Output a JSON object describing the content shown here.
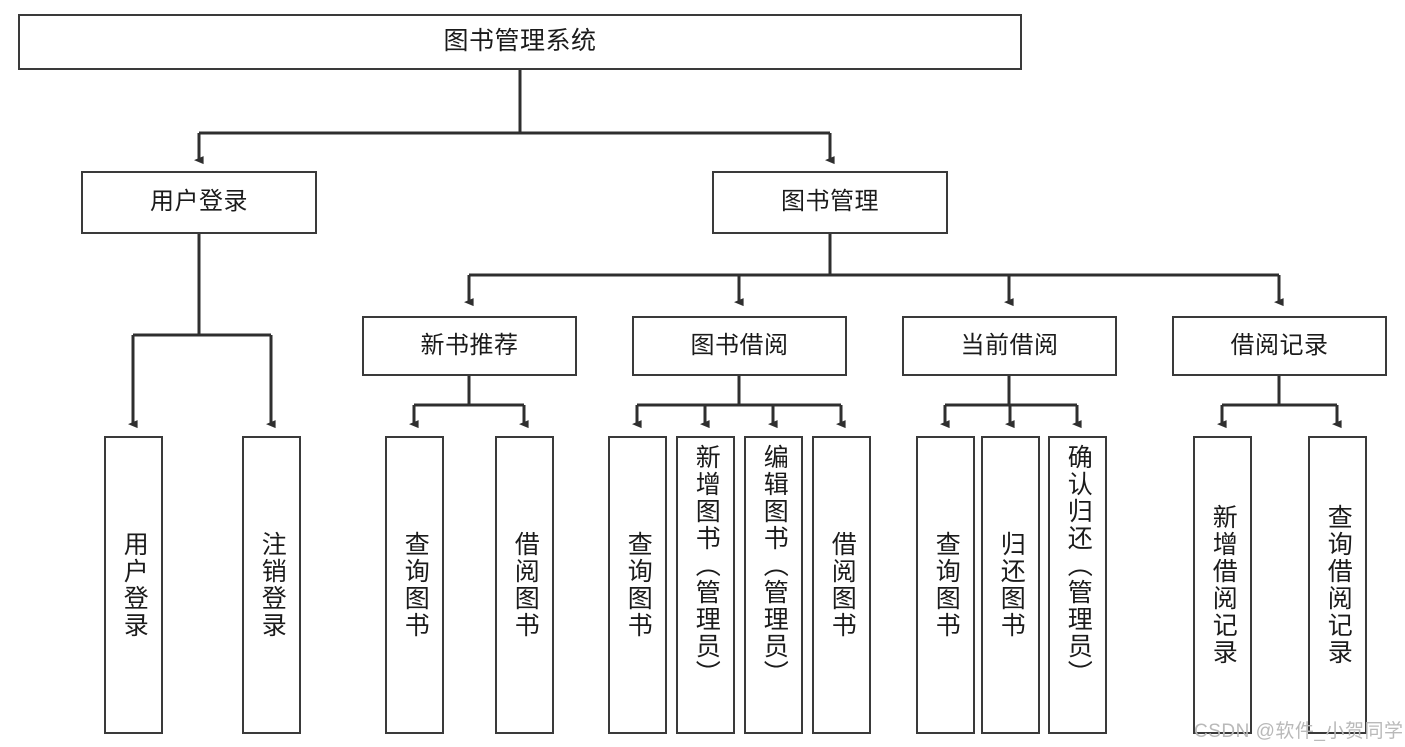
{
  "diagram": {
    "title": "图书管理系统",
    "type": "hierarchy-tree",
    "colors": {
      "box_border": "#3a3a3a",
      "box_fill": "#ffffff",
      "edge": "#2f2f2f",
      "text": "#1b1b1b",
      "watermark": "#b9b9b9"
    },
    "nodes": {
      "root": {
        "label": "图书管理系统"
      },
      "level2": [
        {
          "id": "user-login",
          "label": "用户登录"
        },
        {
          "id": "book-manage",
          "label": "图书管理"
        }
      ],
      "level3": [
        {
          "id": "new-book-recommend",
          "label": "新书推荐"
        },
        {
          "id": "book-borrow",
          "label": "图书借阅"
        },
        {
          "id": "current-borrow",
          "label": "当前借阅"
        },
        {
          "id": "borrow-record",
          "label": "借阅记录"
        }
      ],
      "leaves": {
        "user_login": [
          {
            "id": "leaf-user-login",
            "label": "用户登录"
          },
          {
            "id": "leaf-logout-login",
            "label": "注销登录"
          }
        ],
        "new_book_recommend": [
          {
            "id": "leaf-query-book-1",
            "label": "查询图书"
          },
          {
            "id": "leaf-borrow-book-1",
            "label": "借阅图书"
          }
        ],
        "book_borrow": [
          {
            "id": "leaf-query-book-2",
            "label": "查询图书"
          },
          {
            "id": "leaf-add-book",
            "label": "新增图书（管理员）"
          },
          {
            "id": "leaf-edit-book",
            "label": "编辑图书（管理员）"
          },
          {
            "id": "leaf-borrow-book-2",
            "label": "借阅图书"
          }
        ],
        "current_borrow": [
          {
            "id": "leaf-query-book-3",
            "label": "查询图书"
          },
          {
            "id": "leaf-return-book",
            "label": "归还图书"
          },
          {
            "id": "leaf-confirm-return",
            "label": "确认归还（管理员）"
          }
        ],
        "borrow_record": [
          {
            "id": "leaf-add-record",
            "label": "新增借阅记录"
          },
          {
            "id": "leaf-query-record",
            "label": "查询借阅记录"
          }
        ]
      }
    },
    "watermark": "CSDN @软件_小贺同学"
  }
}
